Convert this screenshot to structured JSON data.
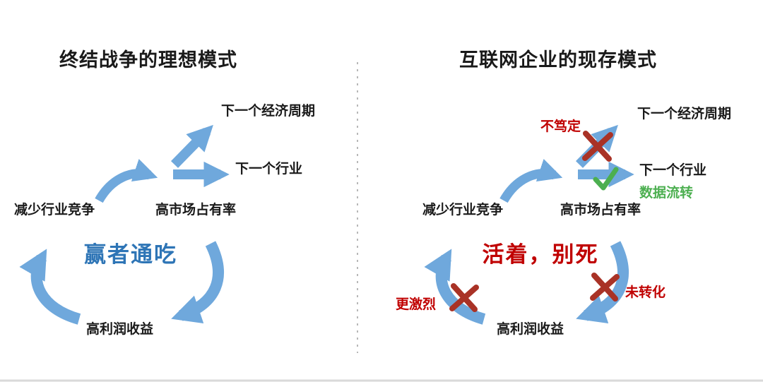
{
  "left": {
    "title": "终结战争的理想模式",
    "next_cycle": "下一个经济周期",
    "next_industry": "下一个行业",
    "reduce_competition": "减少行业竞争",
    "market_share": "高市场占有率",
    "slogan": "赢者通吃",
    "profit": "高利润收益"
  },
  "right": {
    "title": "互联网企业的现存模式",
    "next_cycle": "下一个经济周期",
    "next_industry": "下一个行业",
    "reduce_competition": "减少行业竞争",
    "market_share": "高市场占有率",
    "slogan": "活着，别死",
    "profit": "高利润收益",
    "annotations": {
      "uncertain": "不笃定",
      "data_flow": "数据流转",
      "not_converted": "未转化",
      "more_intense": "更激烈"
    }
  },
  "icons": {
    "x_mark": "✗",
    "check_mark": "✓"
  },
  "colors": {
    "arrow_blue": "#6FA8DC",
    "slogan_blue": "#2E75B6",
    "slogan_red": "#C00000",
    "x_mark_red": "#A93226",
    "check_green": "#4CAF50",
    "text_black": "#1A1A1A",
    "divider_gray": "#B8B8B8"
  }
}
